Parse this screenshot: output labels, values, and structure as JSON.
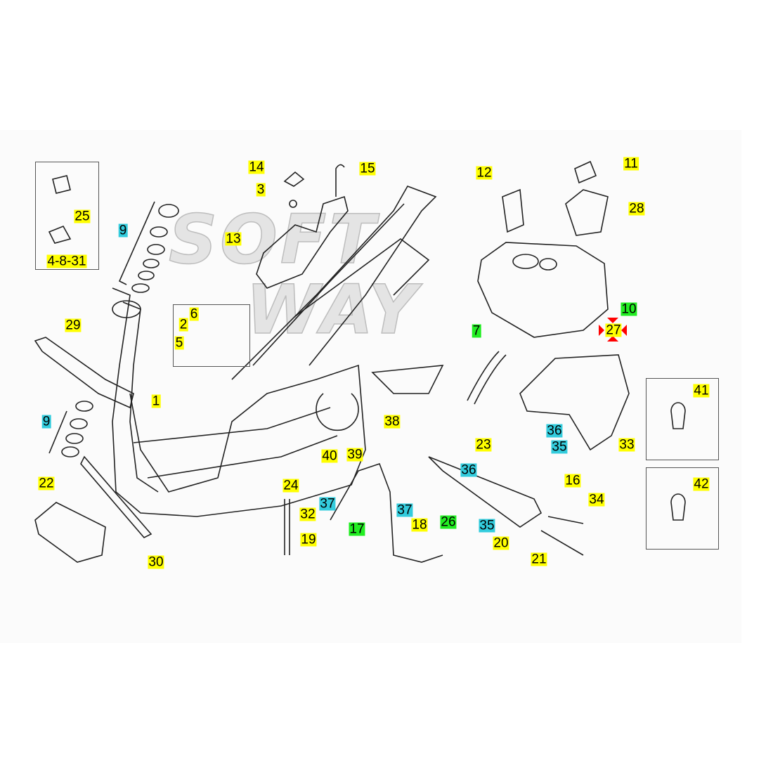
{
  "watermark": {
    "line1": "SOFT",
    "line2": "WAY"
  },
  "colors": {
    "yellow": "#ffff00",
    "cyan": "#33ccdd",
    "green": "#22ee22",
    "marker": "#ff0000"
  },
  "callouts": [
    {
      "text": "25",
      "highlight": "yellow"
    },
    {
      "text": "4-8-31",
      "highlight": "yellow"
    },
    {
      "text": "9",
      "highlight": "cyan"
    },
    {
      "text": "14",
      "highlight": "yellow"
    },
    {
      "text": "15",
      "highlight": "yellow"
    },
    {
      "text": "3",
      "highlight": "yellow"
    },
    {
      "text": "13",
      "highlight": "yellow"
    },
    {
      "text": "6",
      "highlight": "yellow"
    },
    {
      "text": "2",
      "highlight": "yellow"
    },
    {
      "text": "5",
      "highlight": "yellow"
    },
    {
      "text": "29",
      "highlight": "yellow"
    },
    {
      "text": "1",
      "highlight": "yellow"
    },
    {
      "text": "9",
      "highlight": "cyan"
    },
    {
      "text": "22",
      "highlight": "yellow"
    },
    {
      "text": "30",
      "highlight": "yellow"
    },
    {
      "text": "12",
      "highlight": "yellow"
    },
    {
      "text": "11",
      "highlight": "yellow"
    },
    {
      "text": "28",
      "highlight": "yellow"
    },
    {
      "text": "10",
      "highlight": "green"
    },
    {
      "text": "27",
      "highlight": "yellow"
    },
    {
      "text": "7",
      "highlight": "green"
    },
    {
      "text": "38",
      "highlight": "yellow"
    },
    {
      "text": "41",
      "highlight": "yellow"
    },
    {
      "text": "42",
      "highlight": "yellow"
    },
    {
      "text": "33",
      "highlight": "yellow"
    },
    {
      "text": "23",
      "highlight": "yellow"
    },
    {
      "text": "36",
      "highlight": "cyan"
    },
    {
      "text": "35",
      "highlight": "cyan"
    },
    {
      "text": "36",
      "highlight": "cyan"
    },
    {
      "text": "35",
      "highlight": "cyan"
    },
    {
      "text": "40",
      "highlight": "yellow"
    },
    {
      "text": "39",
      "highlight": "yellow"
    },
    {
      "text": "24",
      "highlight": "yellow"
    },
    {
      "text": "37",
      "highlight": "cyan"
    },
    {
      "text": "32",
      "highlight": "yellow"
    },
    {
      "text": "19",
      "highlight": "yellow"
    },
    {
      "text": "17",
      "highlight": "green"
    },
    {
      "text": "37",
      "highlight": "cyan"
    },
    {
      "text": "18",
      "highlight": "yellow"
    },
    {
      "text": "26",
      "highlight": "green"
    },
    {
      "text": "16",
      "highlight": "yellow"
    },
    {
      "text": "34",
      "highlight": "yellow"
    },
    {
      "text": "20",
      "highlight": "yellow"
    },
    {
      "text": "21",
      "highlight": "yellow"
    }
  ]
}
